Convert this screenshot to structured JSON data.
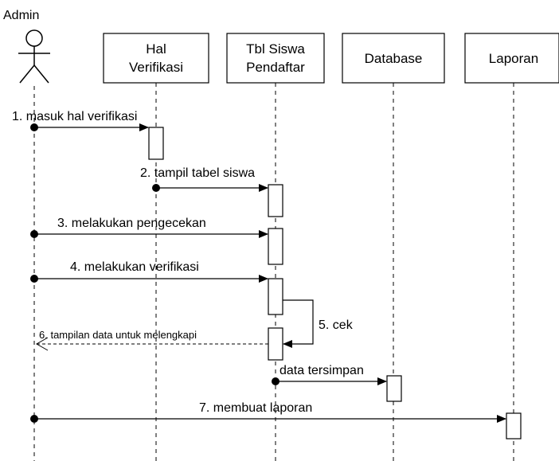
{
  "actor": {
    "name": "Admin"
  },
  "lifelines": [
    {
      "lines": [
        "Hal",
        "Verifikasi"
      ]
    },
    {
      "lines": [
        "Tbl Siswa",
        "Pendaftar"
      ]
    },
    {
      "lines": [
        "Database"
      ]
    },
    {
      "lines": [
        "Laporan"
      ]
    }
  ],
  "messages": [
    {
      "label": "1. masuk hal verifikasi"
    },
    {
      "label": "2. tampil tabel siswa"
    },
    {
      "label": "3. melakukan pengecekan"
    },
    {
      "label": "4. melakukan verifikasi"
    },
    {
      "label": "5. cek"
    },
    {
      "label": "6. tampilan data untuk melengkapi"
    },
    {
      "label": "data tersimpan"
    },
    {
      "label": "7. membuat laporan"
    }
  ]
}
